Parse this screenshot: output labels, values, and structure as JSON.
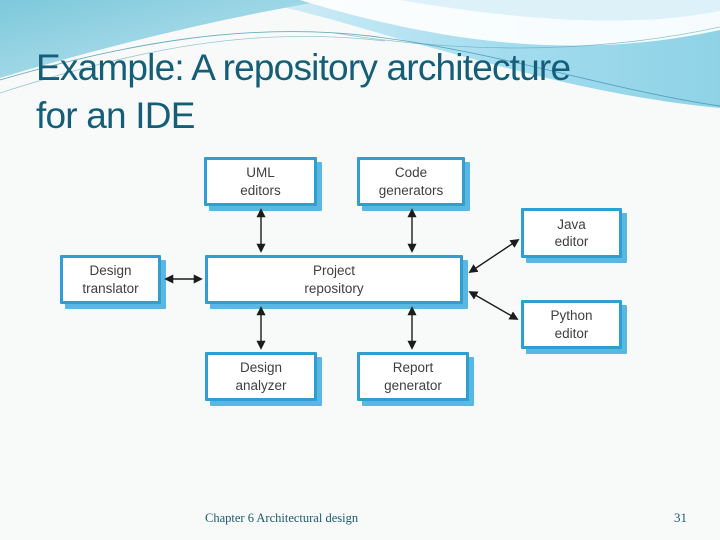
{
  "slide": {
    "title_line1": "Example: A repository architecture",
    "title_line2": "for an IDE",
    "footer_text": "Chapter 6 Architectural design",
    "page_number": "31"
  },
  "diagram": {
    "nodes": {
      "uml_editors": {
        "line1": "UML",
        "line2": "editors"
      },
      "code_generators": {
        "line1": "Code",
        "line2": "generators"
      },
      "java_editor": {
        "line1": "Java",
        "line2": "editor"
      },
      "design_translator": {
        "line1": "Design",
        "line2": "translator"
      },
      "project_repository": {
        "line1": "Project",
        "line2": "repository"
      },
      "python_editor": {
        "line1": "Python",
        "line2": "editor"
      },
      "design_analyzer": {
        "line1": "Design",
        "line2": "analyzer"
      },
      "report_generator": {
        "line1": "Report",
        "line2": "generator"
      }
    },
    "edges": [
      {
        "from": "uml_editors",
        "to": "project_repository",
        "style": "bidirectional"
      },
      {
        "from": "code_generators",
        "to": "project_repository",
        "style": "bidirectional"
      },
      {
        "from": "design_translator",
        "to": "project_repository",
        "style": "bidirectional"
      },
      {
        "from": "java_editor",
        "to": "project_repository",
        "style": "bidirectional"
      },
      {
        "from": "python_editor",
        "to": "project_repository",
        "style": "bidirectional"
      },
      {
        "from": "design_analyzer",
        "to": "project_repository",
        "style": "bidirectional"
      },
      {
        "from": "report_generator",
        "to": "project_repository",
        "style": "bidirectional"
      }
    ],
    "colors": {
      "box_border": "#2e9fd3",
      "box_shadow": "#5ab7e1",
      "box_fill": "#ffffff",
      "box_text": "#3f3f3f",
      "arrow": "#1c1c1c",
      "title_text": "#155e78",
      "footer_text": "#1c5a6e",
      "wave_aqua": "#8fd2e6"
    }
  }
}
